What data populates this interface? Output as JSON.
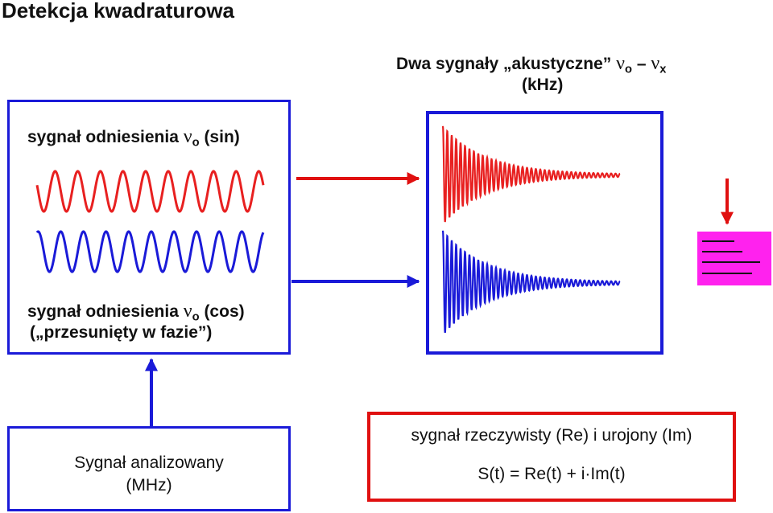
{
  "title": "Detekcja kwadraturowa",
  "top_right": {
    "line1_prefix": "Dwa sygnały „akustyczne”",
    "nu1": "ν",
    "sub1": "o",
    "dash": "–",
    "nu2": "ν",
    "sub2": "x",
    "line2": "(kHz)"
  },
  "ref_box": {
    "sin_prefix": "sygnał odniesienia",
    "sin_nu": "ν",
    "sin_sub": "o",
    "sin_suffix": "(sin)",
    "cos_prefix": "sygnał odniesienia",
    "cos_nu": "ν",
    "cos_sub": "o",
    "cos_suffix": "(cos)",
    "cos_line2": "(„przesunięty w fazie”)"
  },
  "bottom_left": {
    "line1": "Sygnał analizowany",
    "line2": "(MHz)"
  },
  "bottom_right": {
    "line1": "sygnał rzeczywisty (Re) i urojony (Im)",
    "line2": "S(t) = Re(t) + i·Im(t)"
  },
  "colors": {
    "blue": "#1a1ad8",
    "red": "#e01010",
    "magenta": "#ff22ee",
    "wave_red": "#e82020",
    "wave_blue": "#1a1ad8"
  }
}
